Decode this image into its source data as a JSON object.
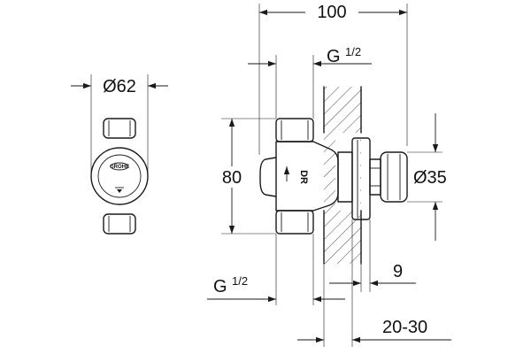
{
  "dimensions": {
    "width_100": "100",
    "thread_top": {
      "base": "G",
      "fraction": "1/2"
    },
    "thread_bottom": {
      "base": "G",
      "fraction": "1/2"
    },
    "diameter_62": "Ø62",
    "height_80": "80",
    "diameter_35": "Ø35",
    "offset_9": "9",
    "wall_range": "20-30"
  },
  "markings": {
    "logo": "GROHE",
    "valve_label": "DR"
  }
}
